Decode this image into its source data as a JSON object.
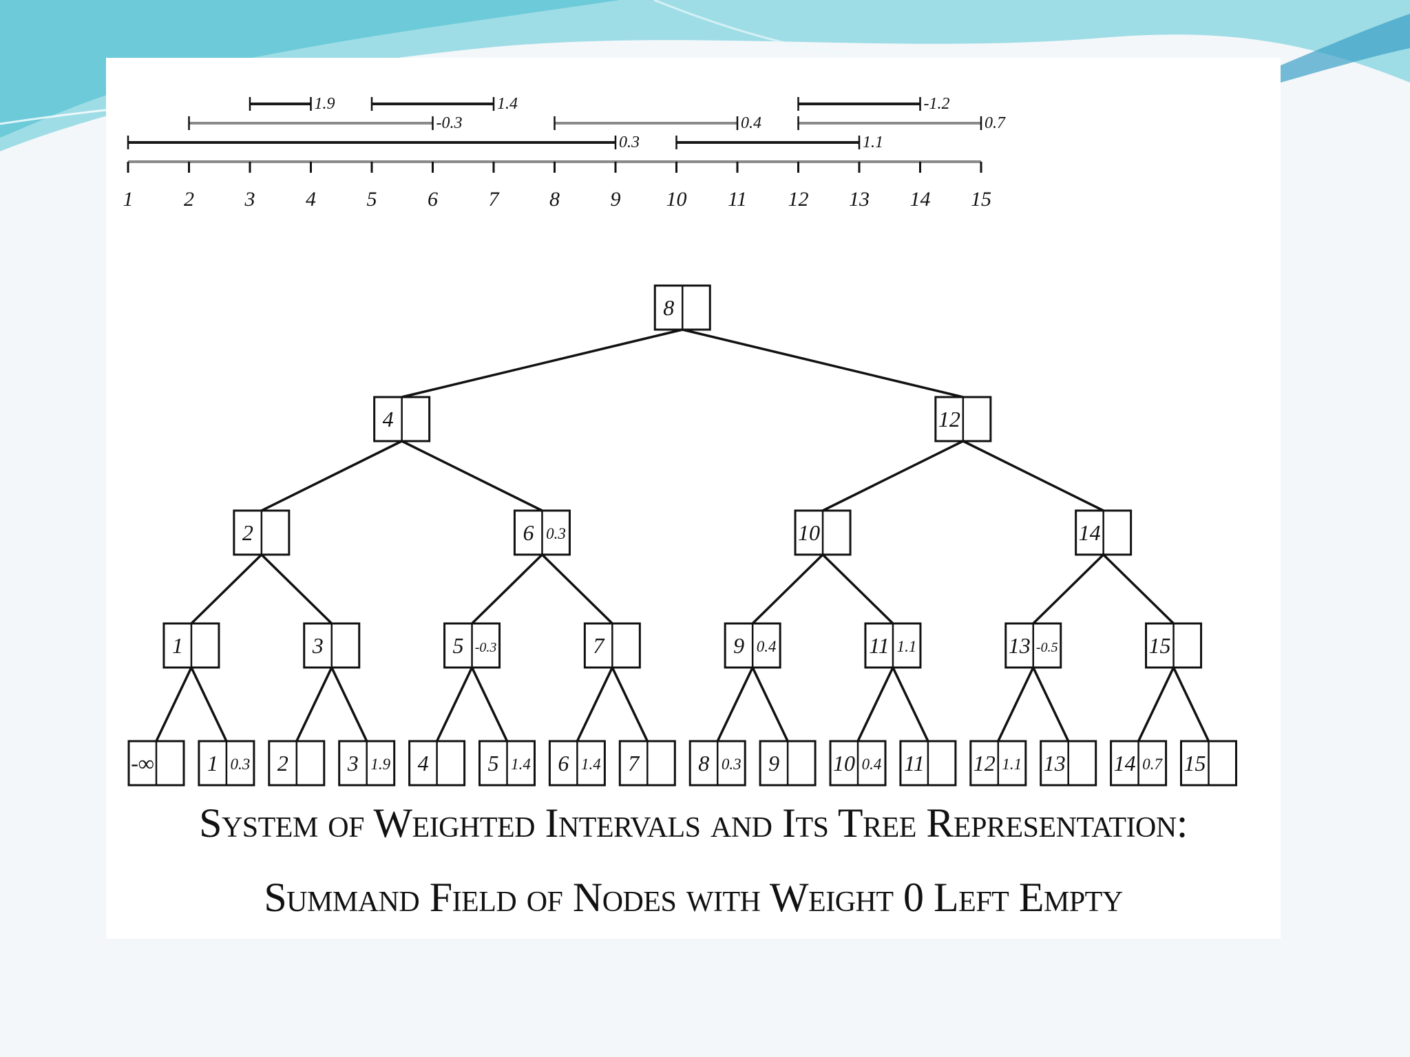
{
  "colors": {
    "background": "#f4f7fa",
    "wave_light": "#9fdde6",
    "wave_mid": "#5fc6d6",
    "wave_dark": "#3a9fc4",
    "ink": "#111111",
    "interval_dark": "#1a1a1a",
    "interval_gray": "#8a8a8a"
  },
  "diagram": {
    "axis": {
      "ticks": [
        "1",
        "2",
        "3",
        "4",
        "5",
        "6",
        "7",
        "8",
        "9",
        "10",
        "11",
        "12",
        "13",
        "14",
        "15"
      ]
    },
    "intervals": [
      {
        "start": 3,
        "end": 4,
        "weight": "1.9",
        "row": 3,
        "tone": "dark"
      },
      {
        "start": 5,
        "end": 7,
        "weight": "1.4",
        "row": 3,
        "tone": "dark"
      },
      {
        "start": 12,
        "end": 14,
        "weight": "-1.2",
        "row": 3,
        "tone": "dark"
      },
      {
        "start": 2,
        "end": 6,
        "weight": "-0.3",
        "row": 2,
        "tone": "gray"
      },
      {
        "start": 8,
        "end": 11,
        "weight": "0.4",
        "row": 2,
        "tone": "gray"
      },
      {
        "start": 12,
        "end": 15,
        "weight": "0.7",
        "row": 2,
        "tone": "gray"
      },
      {
        "start": 1,
        "end": 9,
        "weight": "0.3",
        "row": 1,
        "tone": "dark"
      },
      {
        "start": 10,
        "end": 13,
        "weight": "1.1",
        "row": 1,
        "tone": "dark"
      }
    ],
    "tree": {
      "levels": [
        [
          {
            "key": "8",
            "sum": ""
          }
        ],
        [
          {
            "key": "4",
            "sum": ""
          },
          {
            "key": "12",
            "sum": ""
          }
        ],
        [
          {
            "key": "2",
            "sum": ""
          },
          {
            "key": "6",
            "sum": "0.3"
          },
          {
            "key": "10",
            "sum": ""
          },
          {
            "key": "14",
            "sum": ""
          }
        ],
        [
          {
            "key": "1",
            "sum": ""
          },
          {
            "key": "3",
            "sum": ""
          },
          {
            "key": "5",
            "sum": "-0.3"
          },
          {
            "key": "7",
            "sum": ""
          },
          {
            "key": "9",
            "sum": "0.4"
          },
          {
            "key": "11",
            "sum": "1.1"
          },
          {
            "key": "13",
            "sum": "-0.5"
          },
          {
            "key": "15",
            "sum": ""
          }
        ],
        [
          {
            "key": "-∞",
            "sum": ""
          },
          {
            "key": "1",
            "sum": "0.3"
          },
          {
            "key": "2",
            "sum": ""
          },
          {
            "key": "3",
            "sum": "1.9"
          },
          {
            "key": "4",
            "sum": ""
          },
          {
            "key": "5",
            "sum": "1.4"
          },
          {
            "key": "6",
            "sum": "1.4"
          },
          {
            "key": "7",
            "sum": ""
          },
          {
            "key": "8",
            "sum": "0.3"
          },
          {
            "key": "9",
            "sum": ""
          },
          {
            "key": "10",
            "sum": "0.4"
          },
          {
            "key": "11",
            "sum": ""
          },
          {
            "key": "12",
            "sum": "1.1"
          },
          {
            "key": "13",
            "sum": ""
          },
          {
            "key": "14",
            "sum": "0.7"
          },
          {
            "key": "15",
            "sum": ""
          }
        ]
      ]
    }
  },
  "caption": {
    "line1": "System of Weighted Intervals and Its Tree Representation:",
    "line2": "Summand Field of Nodes with Weight 0 Left Empty"
  }
}
